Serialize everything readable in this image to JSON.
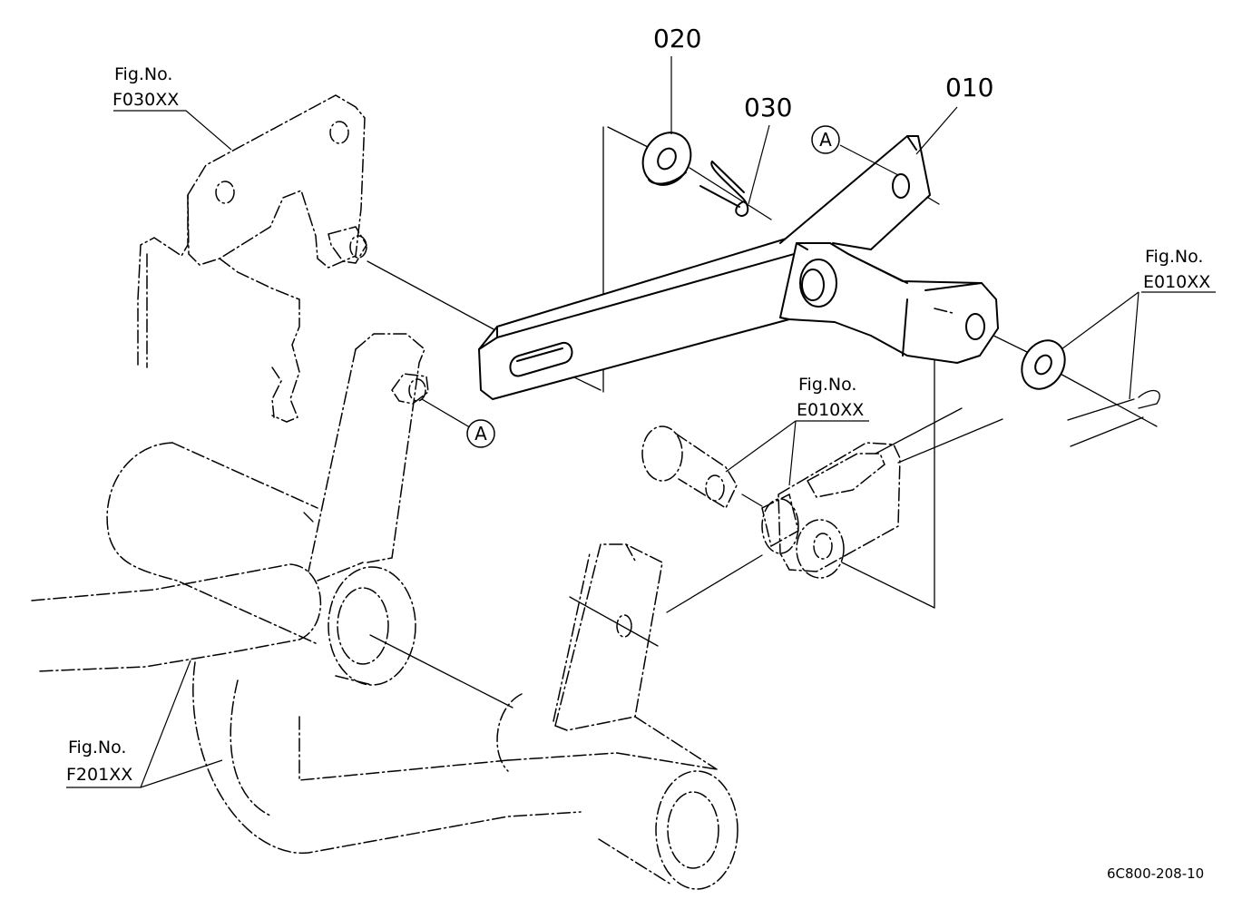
{
  "parts": {
    "p010": "010",
    "p020": "020",
    "p030": "030"
  },
  "figure_refs": {
    "top_left": {
      "label": "Fig.No.",
      "number": "F030XX"
    },
    "right": {
      "label": "Fig.No.",
      "number": "E010XX"
    },
    "center": {
      "label": "Fig.No.",
      "number": "E010XX"
    },
    "bottom_left": {
      "label": "Fig.No.",
      "number": "F201XX"
    }
  },
  "callouts": {
    "upper": "A",
    "lower": "A"
  },
  "drawing_id": "6C800-208-10"
}
